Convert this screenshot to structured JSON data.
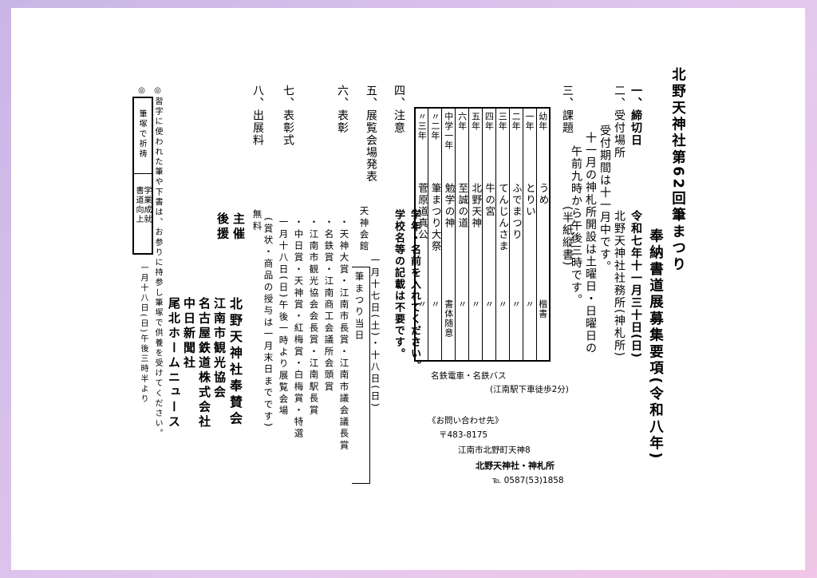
{
  "title": {
    "line1": "北野天神社第62回筆まつり",
    "line2": "奉納書道展募集要項(令和八年)"
  },
  "items": {
    "i1_num": "一、",
    "i1_label": "締切日",
    "i1_value": "令和七年十一月三十日(日)",
    "i2_num": "二、",
    "i2_label": "受付場所",
    "i2_place": "北野天神社社務所(神札所)",
    "i2_period": "受付期間は十一月中です。",
    "i2_days": "十一月の神札所開設は土曜日・日曜日の",
    "i2_hours": "午前九時から午後三時です。",
    "i3_num": "三、",
    "i3_label": "課題",
    "i3_paper": "(半紙縦書)",
    "i4_num": "四、",
    "i4_label": "注意",
    "i4_line1": "学年・名前を入れてください。",
    "i4_line2": "学校名等の記載は不要です。",
    "i5_num": "五、",
    "i5_label": "展覧会場",
    "i5_venue": "天神会館",
    "i5_dates": "一月十七日(土)・十八日(日)",
    "i5_note": "筆まつり当日",
    "i6_num": "六、",
    "i6_label": "表彰",
    "i6_label2": "発表",
    "i6_line1": "・天神大賞・江南市長賞・江南市議会議長賞",
    "i6_line2": "・名鉄賞・江南商工会議所会頭賞",
    "i6_line3": "・江南市観光協会会長賞・江南駅長賞",
    "i6_line4": "・中日賞・天神賞・紅梅賞・白梅賞・特選",
    "i7_num": "七、",
    "i7_label": "表彰式",
    "i7_line1": "一月十八日(日)午後一時より展覧会場",
    "i7_line2": "(賞状・商品の授与は一月末日までです)",
    "i8_num": "八、",
    "i8_label": "出展料",
    "i8_value": "無料"
  },
  "table": {
    "columns": [
      {
        "grade": "幼年",
        "theme": "うめ",
        "method": "楷書"
      },
      {
        "grade": "一年",
        "theme": "とりい",
        "method": "〃"
      },
      {
        "grade": "二年",
        "theme": "ふでまつり",
        "method": "〃"
      },
      {
        "grade": "三年",
        "theme": "てんじんさま",
        "method": "〃"
      },
      {
        "grade": "四年",
        "theme": "牛の宮",
        "method": "〃"
      },
      {
        "grade": "五年",
        "theme": "北野天神",
        "method": "〃"
      },
      {
        "grade": "六年",
        "theme": "至誠の道",
        "method": "〃"
      },
      {
        "grade": "中学一年",
        "theme": "勉学の神",
        "method": "書体随意"
      },
      {
        "grade": "〃二年",
        "theme": "筆まつり大祭",
        "method": "〃"
      },
      {
        "grade": "〃三年",
        "theme": "菅原道真公",
        "method": "〃"
      }
    ]
  },
  "notes": {
    "note1": "◎習字に使われた筆や下書は、お参りに持参し筆塚で供養を受けてください。",
    "note2_prefix": "◎",
    "box_top": "筆塚で祈祷",
    "box_left": "書道向上",
    "box_right": "学業成就",
    "note2_date": "一月十八日(日)午後三時半より"
  },
  "sponsors": {
    "host_label": "主催",
    "host_name": "北野天神社奉賛会",
    "support_label": "後援",
    "support1": "江南市観光協会",
    "support2": "名古屋鉄道株式会社",
    "support3": "中日新聞社",
    "support4": "尾北ホームニュース"
  },
  "access": {
    "line1": "名鉄電車・名鉄バス",
    "line2": "(江南駅下車徒歩2分)"
  },
  "contact": {
    "label": "《お問い合わせ先》",
    "postal": "〒483-8175",
    "address": "江南市北野町天神8",
    "org": "北野天神社・神札所",
    "tel": "℡ 0587(53)1858"
  }
}
